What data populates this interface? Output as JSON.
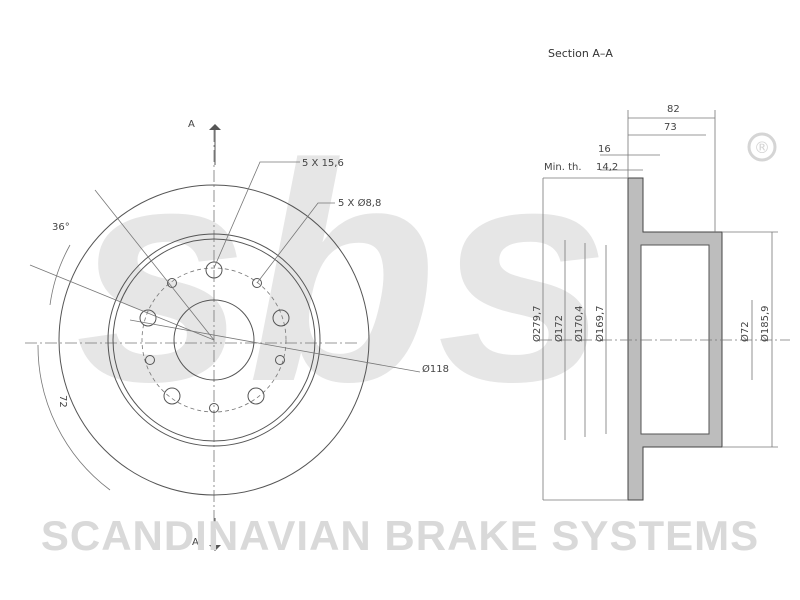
{
  "watermark": {
    "logo_text": "sbs",
    "registered_mark": "®"
  },
  "brand": "SCANDINAVIAN BRAKE SYSTEMS",
  "section_title": "Section A–A",
  "front_view": {
    "section_marker_top": "A",
    "section_marker_bottom": "A",
    "holes_large": "5 X 15,6",
    "holes_small": "5 X Ø8,8",
    "angle": "36°",
    "angle_2": "72",
    "pcd": "Ø118"
  },
  "section_view": {
    "overall_height": "82",
    "hat_height": "73",
    "thickness": "16",
    "min_thickness_label": "Min. th.",
    "min_thickness": "14,2",
    "outer_diameter": "Ø279,7",
    "d1": "Ø172",
    "d2": "Ø170,4",
    "d3": "Ø169,7",
    "center_bore": "Ø72",
    "hat_diameter": "Ø185,9"
  }
}
